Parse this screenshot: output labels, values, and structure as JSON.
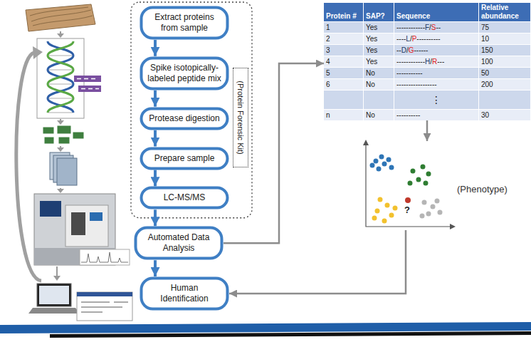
{
  "diagram": {
    "nodes": [
      {
        "text": [
          "Extract proteins from sample"
        ]
      },
      {
        "text": [
          "Spike isotopically-labeled peptide mix"
        ]
      },
      {
        "text": [
          "Protease digestion"
        ]
      },
      {
        "text": [
          "Prepare sample"
        ]
      },
      {
        "text": [
          "LC-MS/MS"
        ]
      },
      {
        "text": [
          "(Protein Forensic Kit)"
        ]
      },
      {
        "text": [
          "Automated Data Analysis"
        ]
      },
      {
        "text": [
          "Human Identification"
        ]
      },
      {
        "text": [
          "Protein #",
          "SAP?",
          "Sequence",
          "Relative abundance",
          "1",
          "Yes",
          "------------F/S--",
          "75",
          "2",
          "Yes",
          "----L/P----------",
          "10",
          "3",
          "Yes",
          "--D/G------",
          "150",
          "4",
          "Yes",
          "------------H/R---",
          "100",
          "5",
          "No",
          "-----------",
          "50",
          "6",
          "No",
          "-----------------",
          "200",
          "⋮",
          "n",
          "No",
          "----------",
          "30"
        ]
      },
      {
        "text": [
          "?"
        ]
      }
    ],
    "edges": [
      {
        "from": 0,
        "to": 1,
        "arrow": "to"
      },
      {
        "from": 1,
        "to": 2,
        "arrow": "to"
      },
      {
        "from": 2,
        "to": 3,
        "arrow": "to"
      },
      {
        "from": 3,
        "to": 4,
        "arrow": "to"
      },
      {
        "from": 4,
        "to": 6,
        "arrow": "to"
      },
      {
        "from": 6,
        "to": 7,
        "arrow": "to"
      },
      {
        "from": 6,
        "to": 8,
        "arrow": "to"
      },
      {
        "from": 8,
        "to": 9,
        "arrow": "to"
      },
      {
        "from": 9,
        "to": 7,
        "arrow": "to"
      }
    ],
    "labels": [
      "(Phenotype)"
    ]
  }
}
